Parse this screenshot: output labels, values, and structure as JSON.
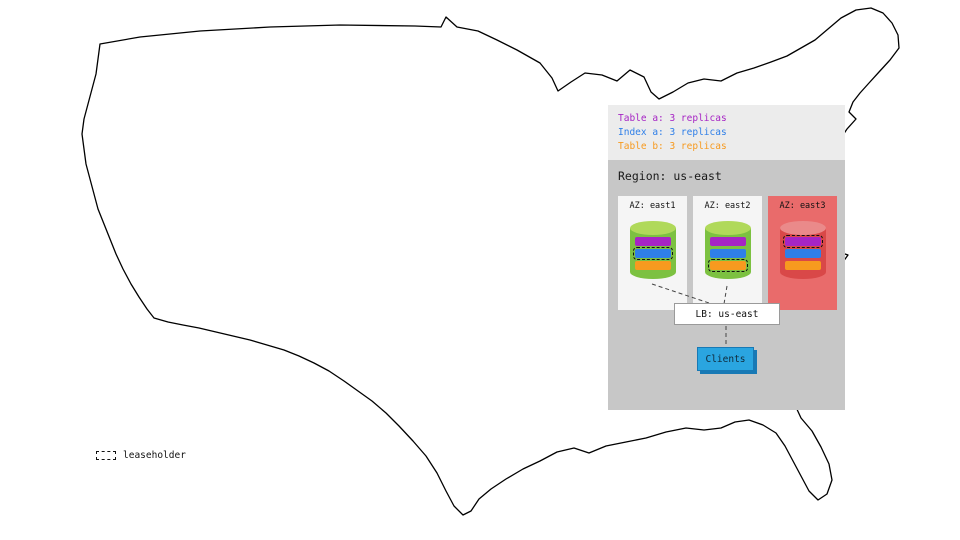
{
  "legend_panel": {
    "items": [
      {
        "id": "table-a",
        "label": "Table a: 3 replicas"
      },
      {
        "id": "index-a",
        "label": "Index a: 3 replicas"
      },
      {
        "id": "table-b",
        "label": "Table b: 3 replicas"
      }
    ]
  },
  "region": {
    "title": "Region: us-east",
    "azs": [
      {
        "label": "AZ: east1",
        "status": "up",
        "leaseholder_index": 1
      },
      {
        "label": "AZ: east2",
        "status": "up",
        "leaseholder_index": 2
      },
      {
        "label": "AZ: east3",
        "status": "down",
        "leaseholder_index": 0
      }
    ],
    "lb": {
      "label": "LB: us-east"
    },
    "clients": {
      "label": "Clients"
    }
  },
  "map_legend": {
    "label": "leaseholder"
  },
  "colors": {
    "table_a": "#a625c4",
    "index_a": "#2f7fe8",
    "table_b": "#f79a1f",
    "az_down_bg": "#e96b6b",
    "cylinder_up": "#7cc141",
    "cylinder_up_top": "#b0d95a",
    "cylinder_down": "#d94848",
    "cylinder_down_top": "#ea8a8a",
    "clients_blue": "#2aa5e0"
  }
}
